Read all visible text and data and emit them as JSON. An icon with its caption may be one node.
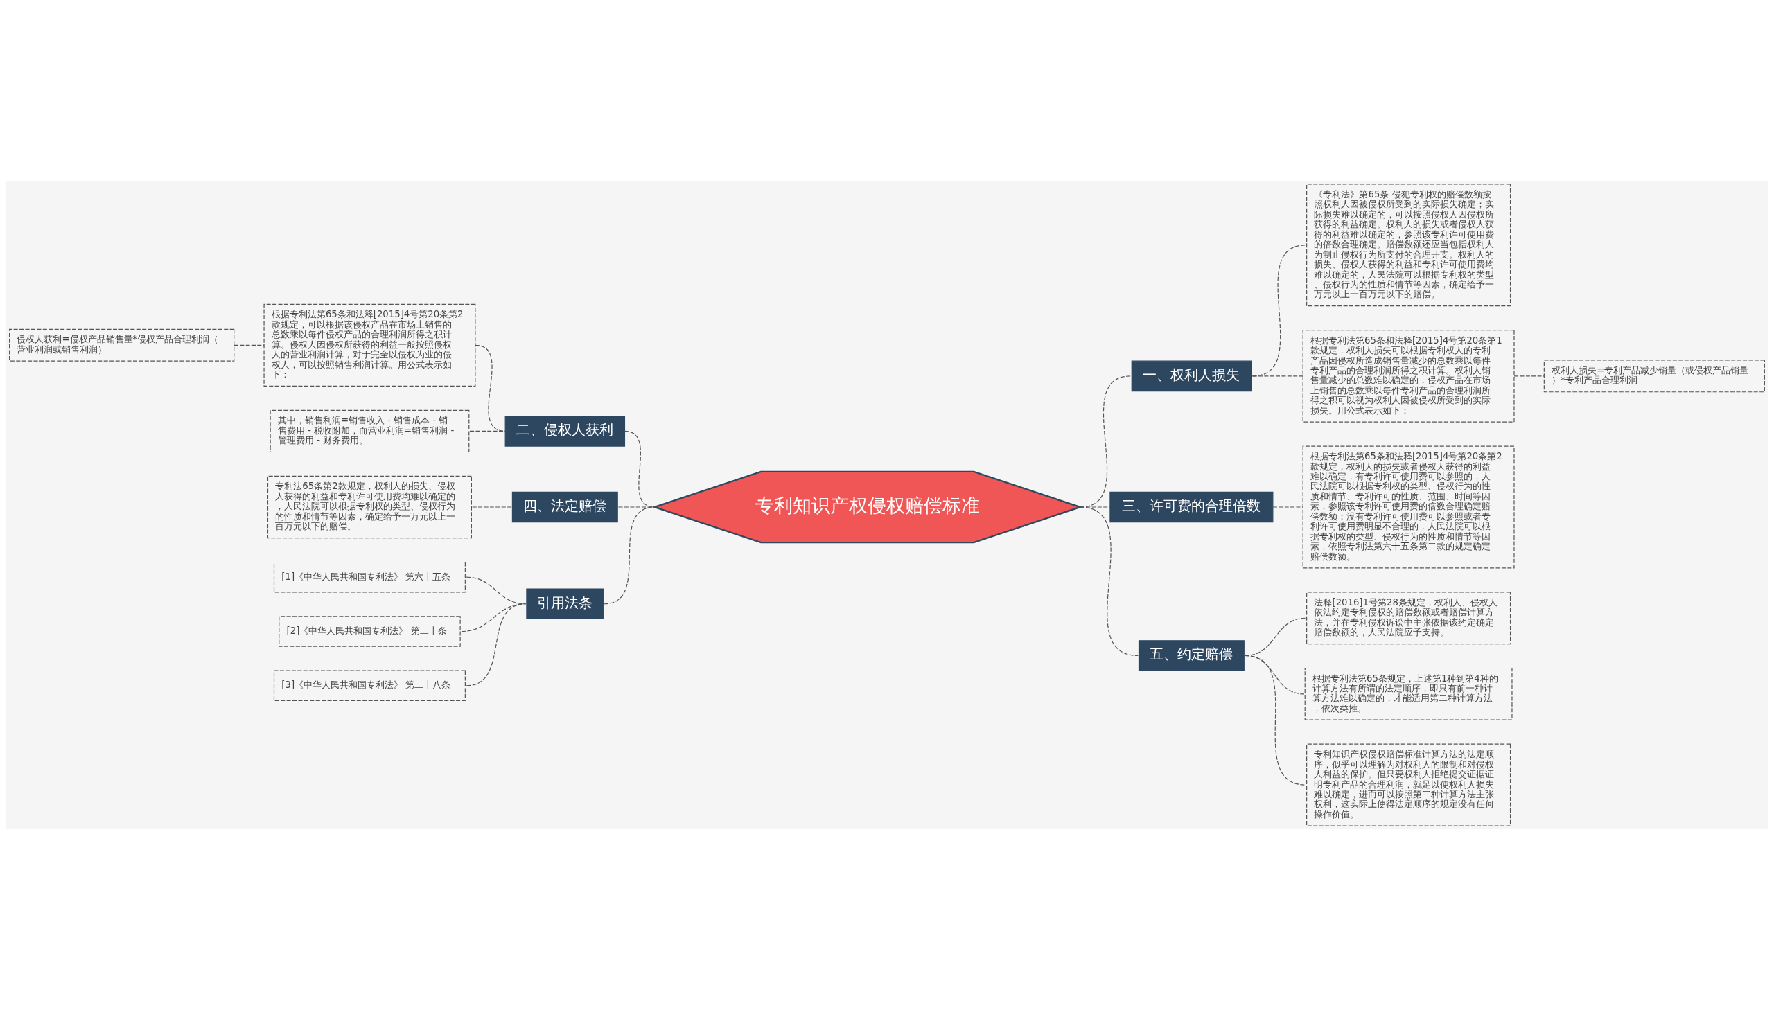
{
  "diagram": {
    "nodes": [
      {
        "text": [
          "专利知识产权侵权赔偿标准"
        ]
      },
      {
        "text": [
          "一、权利人损失"
        ]
      },
      {
        "text": [
          "《专利法》第65条 侵犯专利权的赔偿数额按照权利人因被侵权所受到的实际损失确定；实际损失难以确定的，可以按照侵权人因侵权所获得的利益确定。权利人的损失或者侵权人获得的利益难以确定的，参照该专利许可使用费的倍数合理确定。赔偿数额还应当包括权利人为制止侵权行为所支付的合理开支。权利人的损失、侵权人获得的利益和专利许可使用费均难以确定的，人民法院可以根据专利权的类型、侵权行为的性质和情节等因素，确定给予一万元以上一百万元以下的赔偿。"
        ]
      },
      {
        "text": [
          "根据专利法第65条和法释[2015]4号第20条第1款规定，权利人损失可以根据专利权人的专利产品因侵权所造成销售量减少的总数乘以每件专利产品的合理利润所得之积计算。权利人销售量减少的总数难以确定的，侵权产品在市场上销售的总数乘以每件专利产品的合理利润所得之积可以视为权利人因被侵权所受到的实际损失。用公式表示如下："
        ]
      },
      {
        "text": [
          "权利人损失=专利产品减少销量（或侵权产品销量）*专利产品合理利润"
        ]
      },
      {
        "text": [
          "三、许可费的合理倍数"
        ]
      },
      {
        "text": [
          "根据专利法第65条和法释[2015]4号第20条第2款规定，权利人的损失或者侵权人获得的利益难以确定，有专利许可使用费可以参照的，人民法院可以根据专利权的类型、侵权行为的性质和情节、专利许可的性质、范围、时间等因素，参照该专利许可使用费的倍数合理确定赔偿数额；没有专利许可使用费可以参照或者专利许可使用费明显不合理的，人民法院可以根据专利权的类型、侵权行为的性质和情节等因素，依照专利法第六十五条第二款的规定确定赔偿数额。"
        ]
      },
      {
        "text": [
          "五、约定赔偿"
        ]
      },
      {
        "text": [
          "法释[2016]1号第28条规定，权利人、侵权人依法约定专利侵权的赔偿数额或者赔偿计算方法，并在专利侵权诉讼中主张依据该约定确定赔偿数额的，人民法院应予支持。"
        ]
      },
      {
        "text": [
          "根据专利法第65条规定，上述第1种到第4种的计算方法有所谓的法定顺序，即只有前一种计算方法难以确定的，才能适用第二种计算方法，依次类推。"
        ]
      },
      {
        "text": [
          "专利知识产权侵权赔偿标准计算方法的法定顺序，似乎可以理解为对权利人的限制和对侵权人利益的保护。但只要权利人拒绝提交证据证明专利产品的合理利润，就足以使权利人损失难以确定，进而可以按照第二种计算方法主张权利，这实际上使得法定顺序的规定没有任何操作价值。"
        ]
      },
      {
        "text": [
          "二、侵权人获利"
        ]
      },
      {
        "text": [
          "根据专利法第65条和法释[2015]4号第20条第2款规定，可以根据该侵权产品在市场上销售的总数乘以每件侵权产品的合理利润所得之积计算。侵权人因侵权所获得的利益一般按照侵权人的营业利润计算，对于完全以侵权为业的侵权人，可以按照销售利润计算。用公式表示如下："
        ]
      },
      {
        "text": [
          "侵权人获利=侵权产品销售量*侵权产品合理利润（营业利润或销售利润）"
        ]
      },
      {
        "text": [
          "其中，销售利润=销售收入 - 销售成本 - 销售费用 - 税收附加，而营业利润=销售利润 - 管理费用 - 财务费用。"
        ]
      },
      {
        "text": [
          "四、法定赔偿"
        ]
      },
      {
        "text": [
          "专利法65条第2款规定，权利人的损失、侵权人获得的利益和专利许可使用费均难以确定的，人民法院可以根据专利权的类型、侵权行为的性质和情节等因素，确定给予一万元以上一百万元以下的赔偿。"
        ]
      },
      {
        "text": [
          "引用法条"
        ]
      },
      {
        "text": [
          "[1]《中华人民共和国专利法》 第六十五条"
        ]
      },
      {
        "text": [
          "[2]《中华人民共和国专利法》 第二十条"
        ]
      },
      {
        "text": [
          "[3]《中华人民共和国专利法》 第二十八条"
        ]
      }
    ],
    "edges": [
      {
        "from": 0,
        "to": 1,
        "arrow": "none",
        "style": "dashed"
      },
      {
        "from": 1,
        "to": 2,
        "arrow": "none",
        "style": "dashed"
      },
      {
        "from": 1,
        "to": 3,
        "arrow": "none",
        "style": "dashed"
      },
      {
        "from": 3,
        "to": 4,
        "arrow": "none",
        "style": "dashed"
      },
      {
        "from": 0,
        "to": 5,
        "arrow": "none",
        "style": "dashed"
      },
      {
        "from": 5,
        "to": 6,
        "arrow": "none",
        "style": "dashed"
      },
      {
        "from": 0,
        "to": 7,
        "arrow": "none",
        "style": "dashed"
      },
      {
        "from": 7,
        "to": 8,
        "arrow": "none",
        "style": "dashed"
      },
      {
        "from": 7,
        "to": 9,
        "arrow": "none",
        "style": "dashed"
      },
      {
        "from": 7,
        "to": 10,
        "arrow": "none",
        "style": "dashed"
      },
      {
        "from": 0,
        "to": 11,
        "arrow": "none",
        "style": "dashed"
      },
      {
        "from": 11,
        "to": 12,
        "arrow": "none",
        "style": "dashed"
      },
      {
        "from": 12,
        "to": 13,
        "arrow": "none",
        "style": "dashed"
      },
      {
        "from": 11,
        "to": 14,
        "arrow": "none",
        "style": "dashed"
      },
      {
        "from": 0,
        "to": 15,
        "arrow": "none",
        "style": "dashed"
      },
      {
        "from": 15,
        "to": 16,
        "arrow": "none",
        "style": "dashed"
      },
      {
        "from": 0,
        "to": 17,
        "arrow": "none",
        "style": "dashed"
      },
      {
        "from": 17,
        "to": 18,
        "arrow": "none",
        "style": "dashed"
      },
      {
        "from": 17,
        "to": 19,
        "arrow": "none",
        "style": "dashed"
      },
      {
        "from": 17,
        "to": 20,
        "arrow": "none",
        "style": "dashed"
      }
    ]
  }
}
